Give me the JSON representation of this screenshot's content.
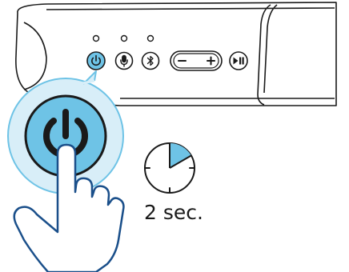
{
  "colors": {
    "accent": "#6ec3e6",
    "accent_light": "#d8eef8",
    "outline": "#1a1a1a",
    "device_body": "#ffffff"
  },
  "device": {
    "buttons": [
      {
        "name": "power-button",
        "icon": "power-icon",
        "highlighted": true
      },
      {
        "name": "microphone-button",
        "icon": "microphone-icon",
        "highlighted": false
      },
      {
        "name": "bluetooth-button",
        "icon": "bluetooth-icon",
        "highlighted": false
      },
      {
        "name": "volume-rocker",
        "icon": "minus-plus-icon",
        "highlighted": false
      },
      {
        "name": "play-pause-button",
        "icon": "play-pause-icon",
        "highlighted": false
      }
    ],
    "indicator_lights": 3
  },
  "zoom": {
    "icon": "power-icon",
    "gesture": "press-and-hold"
  },
  "timer": {
    "icon": "stopwatch-icon",
    "label": "2 sec.",
    "highlighted_fraction": 0.167
  }
}
